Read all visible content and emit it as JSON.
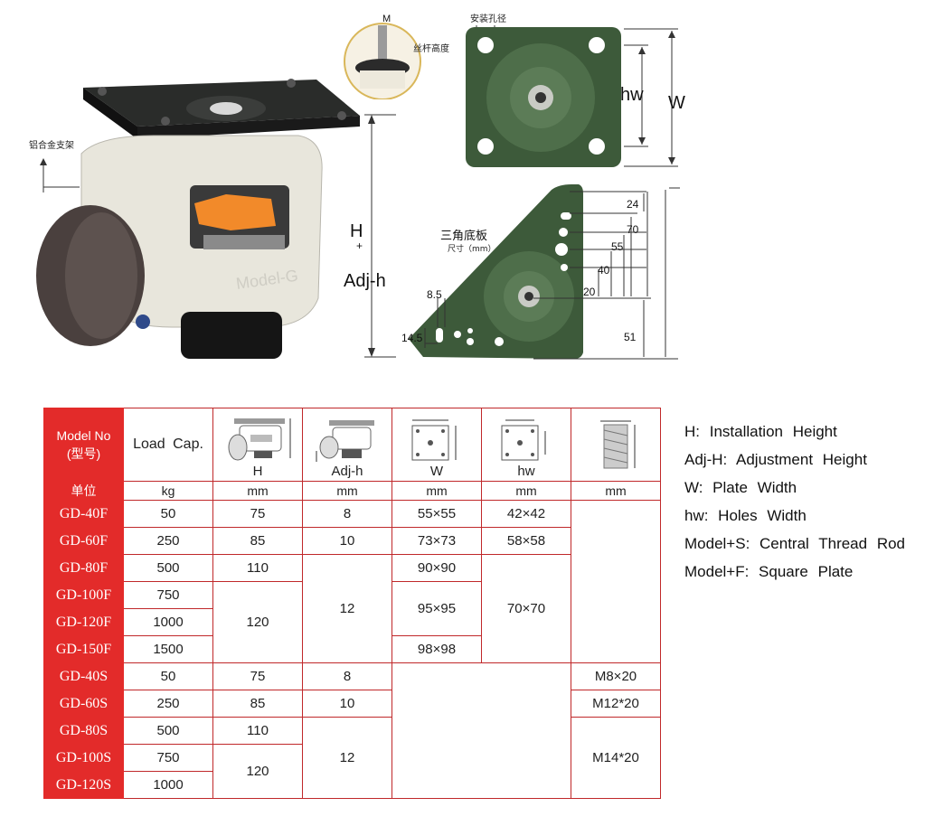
{
  "diagram": {
    "label_bracket": "铝合金支架",
    "label_thread_height": "丝杆高度",
    "label_m": "M",
    "label_mount_hole": "安装孔径",
    "label_h": "H",
    "label_plus": "+",
    "label_adjh": "Adj-h",
    "label_hw": "hw",
    "label_w": "W",
    "label_triangle": "三角底板",
    "label_size_unit": "尺寸（mm）",
    "dims": [
      "24",
      "70",
      "55",
      "40",
      "20",
      "51",
      "8.5",
      "14.5"
    ]
  },
  "table": {
    "header": {
      "model": "Model No\n(型号)",
      "load": "Load  Cap.",
      "h": "H",
      "adjh": "Adj-h",
      "w": "W",
      "hw": "hw"
    },
    "units": [
      "单位",
      "kg",
      "mm",
      "mm",
      "mm",
      "mm",
      "mm"
    ],
    "rows": [
      {
        "model": "GD-40F",
        "load": "50",
        "h": "75",
        "adjh": "8",
        "w": "55×55",
        "hw": "42×42"
      },
      {
        "model": "GD-60F",
        "load": "250",
        "h": "85",
        "adjh": "10",
        "w": "73×73",
        "hw": "58×58"
      },
      {
        "model": "GD-80F",
        "load": "500",
        "h": "110",
        "adjh": "12",
        "w": "90×90",
        "hw": "70×70"
      },
      {
        "model": "GD-100F",
        "load": "750",
        "h": "120",
        "w": "95×95"
      },
      {
        "model": "GD-120F",
        "load": "1000"
      },
      {
        "model": "GD-150F",
        "load": "1500",
        "w": "98×98"
      },
      {
        "model": "GD-40S",
        "load": "50",
        "h": "75",
        "adjh": "8",
        "thread": "M8×20"
      },
      {
        "model": "GD-60S",
        "load": "250",
        "h": "85",
        "adjh": "10",
        "thread": "M12*20"
      },
      {
        "model": "GD-80S",
        "load": "500",
        "h": "110",
        "adjh": "12",
        "thread": "M14*20"
      },
      {
        "model": "GD-100S",
        "load": "750",
        "h": "120"
      },
      {
        "model": "GD-120S",
        "load": "1000"
      }
    ]
  },
  "legend": [
    "H:  Installation  Height",
    "Adj-H:  Adjustment  Height",
    "W:  Plate  Width",
    "hw:  Holes  Width",
    "Model+S:  Central  Thread  Rod",
    "Model+F:  Square  Plate"
  ]
}
